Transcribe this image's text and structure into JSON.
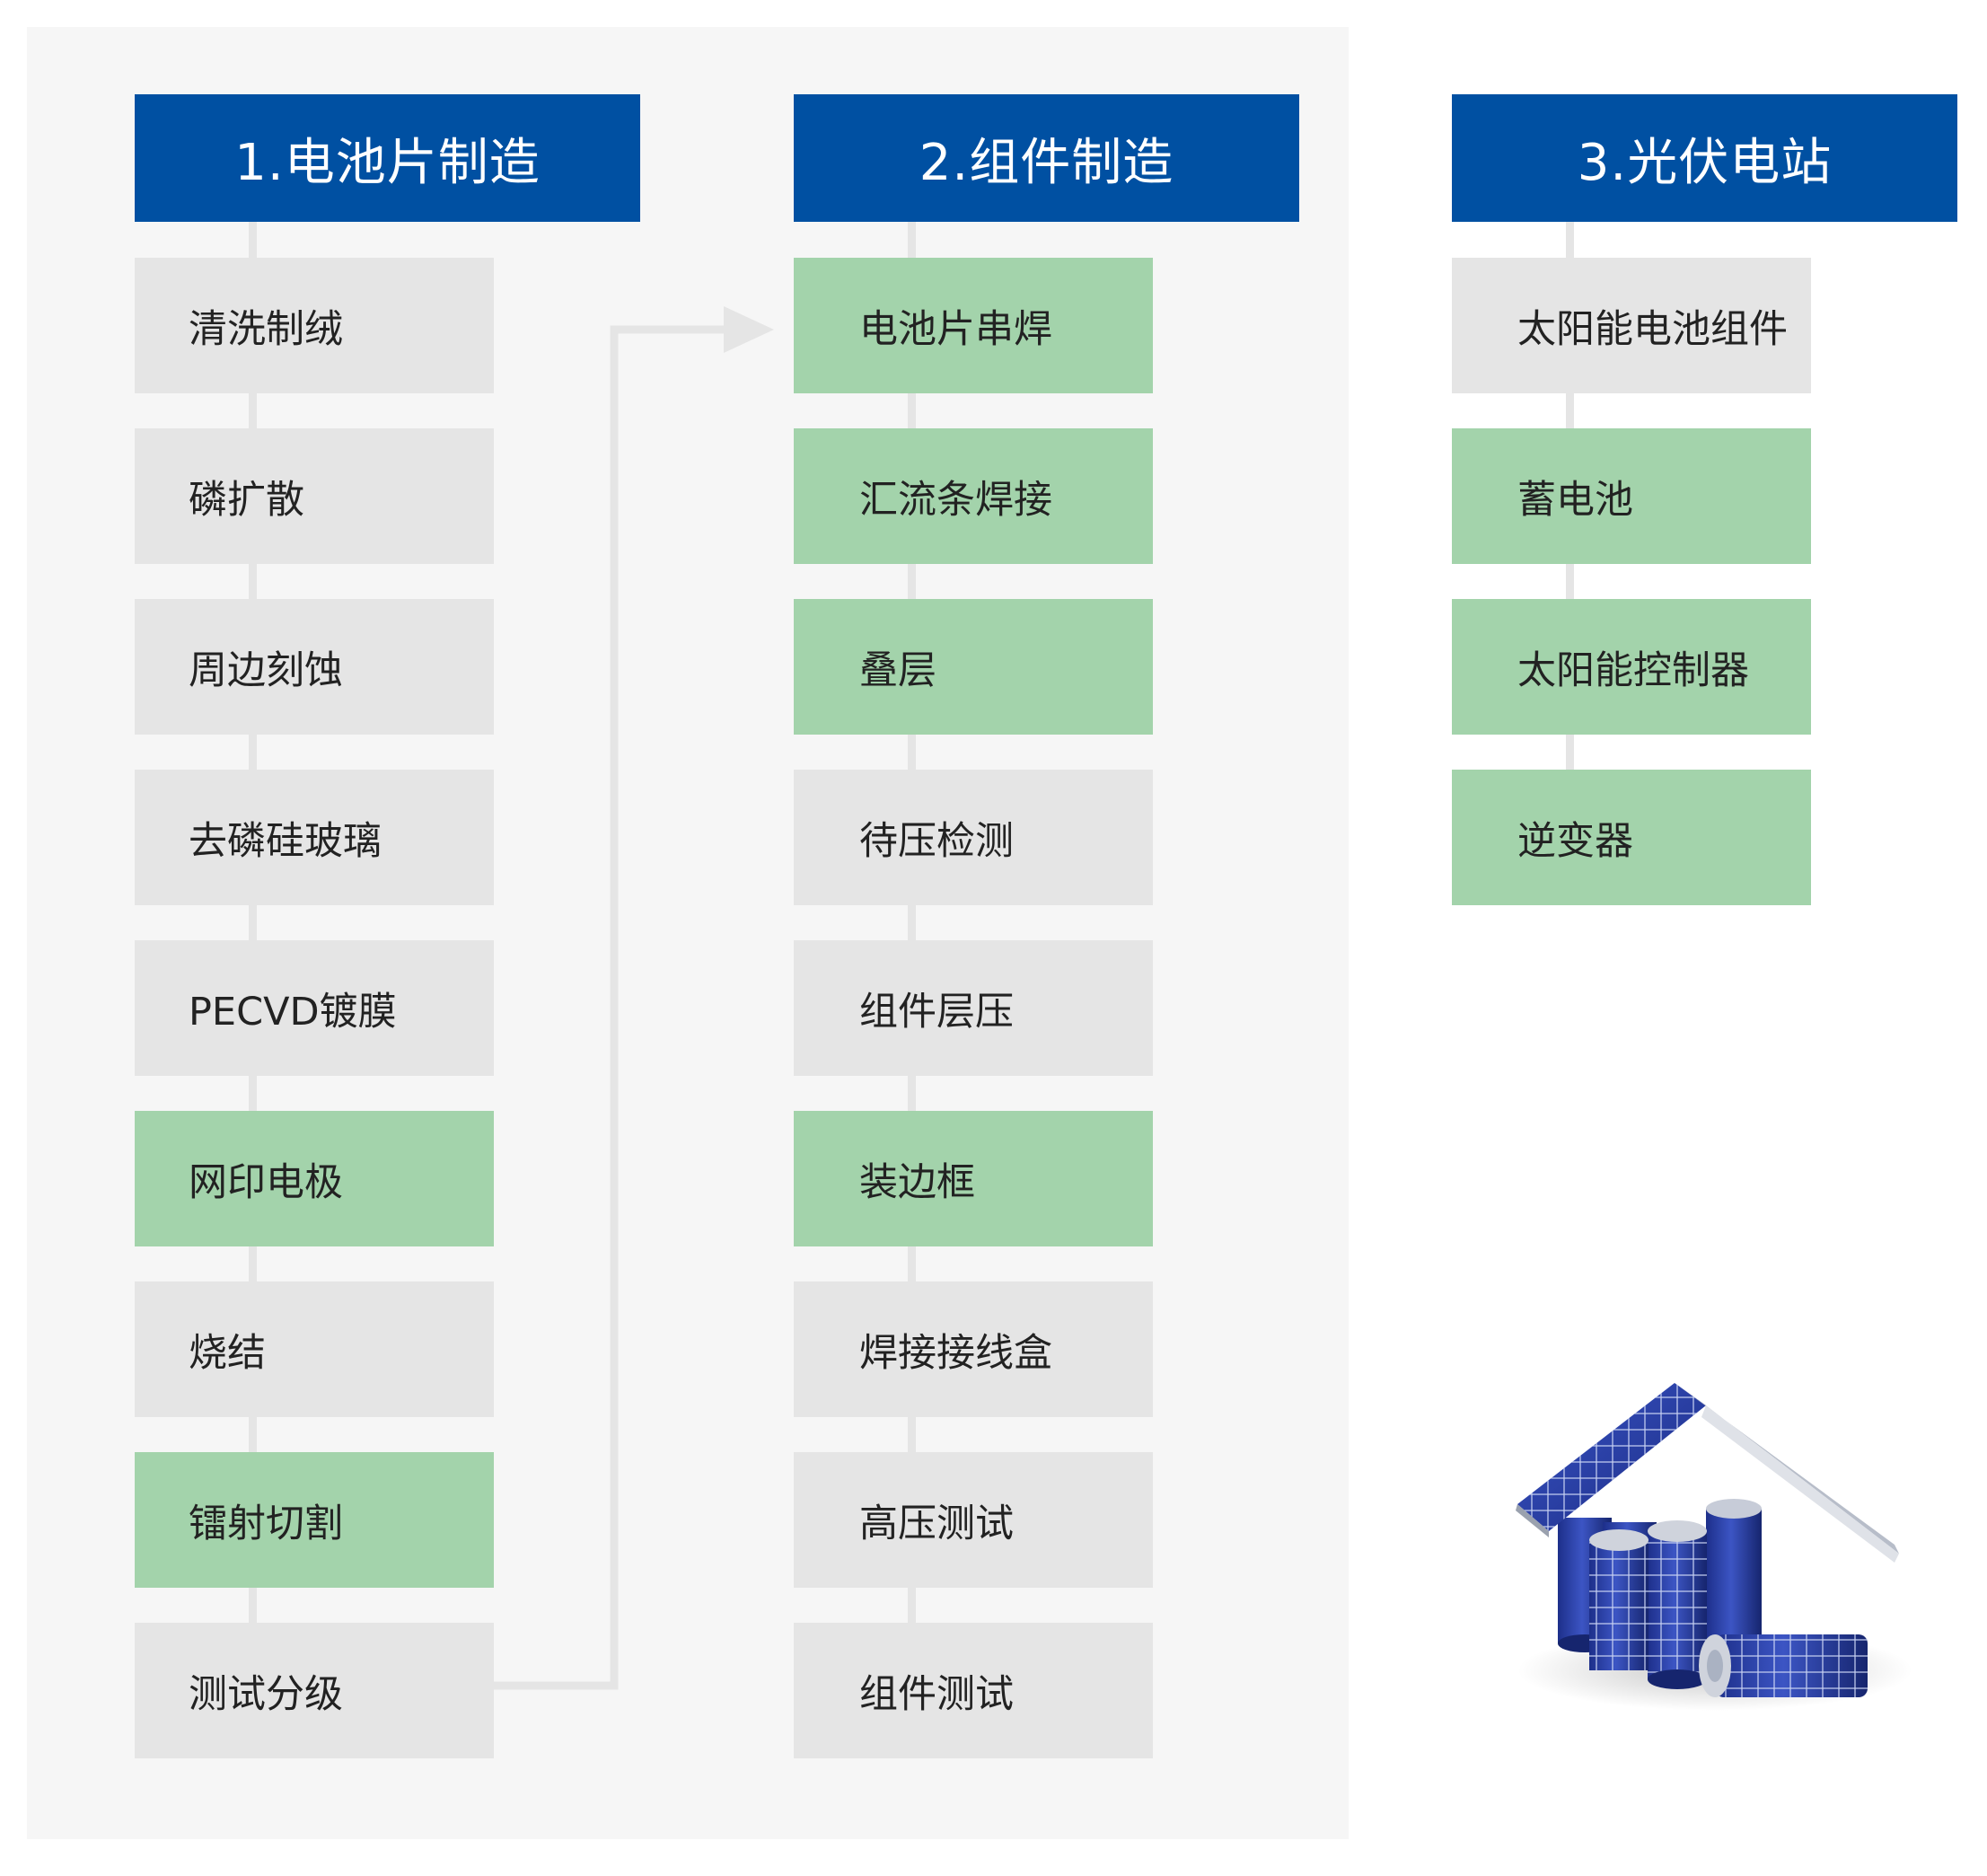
{
  "diagram": {
    "colors": {
      "panel_bg": "#f6f6f6",
      "header_bg": "#0050a2",
      "step_default": "#e5e5e5",
      "step_highlight": "#a3d3ab",
      "connector": "#e5e5e5"
    },
    "columns": [
      {
        "title": "1.电池片制造",
        "steps": [
          {
            "label": "清洗制绒",
            "highlight": false
          },
          {
            "label": "磷扩散",
            "highlight": false
          },
          {
            "label": "周边刻蚀",
            "highlight": false
          },
          {
            "label": "去磷硅玻璃",
            "highlight": false
          },
          {
            "label": "PECVD镀膜",
            "highlight": false
          },
          {
            "label": "网印电极",
            "highlight": true
          },
          {
            "label": "烧结",
            "highlight": false
          },
          {
            "label": "镭射切割",
            "highlight": true
          },
          {
            "label": "测试分级",
            "highlight": false
          }
        ]
      },
      {
        "title": "2.组件制造",
        "steps": [
          {
            "label": "电池片串焊",
            "highlight": true
          },
          {
            "label": "汇流条焊接",
            "highlight": true
          },
          {
            "label": "叠层",
            "highlight": true
          },
          {
            "label": "待压检测",
            "highlight": false
          },
          {
            "label": "组件层压",
            "highlight": false
          },
          {
            "label": "装边框",
            "highlight": true
          },
          {
            "label": "焊接接线盒",
            "highlight": false
          },
          {
            "label": "高压测试",
            "highlight": false
          },
          {
            "label": "组件测试",
            "highlight": false
          }
        ]
      },
      {
        "title": "3.光伏电站",
        "steps": [
          {
            "label": "太阳能电池组件",
            "highlight": false
          },
          {
            "label": "蓄电池",
            "highlight": true
          },
          {
            "label": "太阳能控制器",
            "highlight": true
          },
          {
            "label": "逆变器",
            "highlight": true
          }
        ]
      }
    ],
    "illustration": "solar-battery-house-icon"
  }
}
